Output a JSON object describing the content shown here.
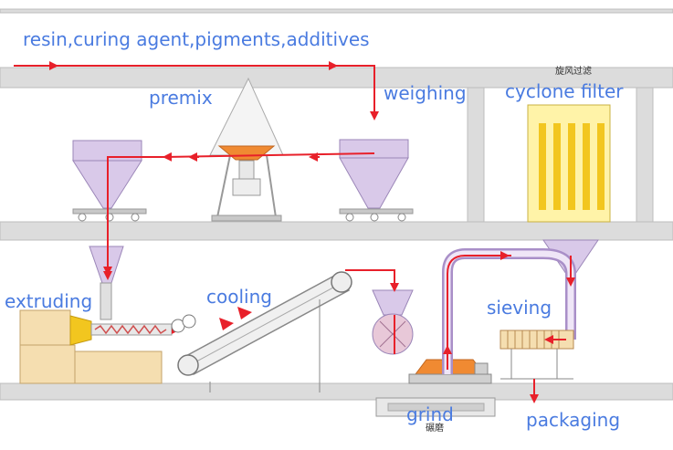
{
  "labels": {
    "materials": "resin,curing agent,pigments,additives",
    "premix": "premix",
    "weighing": "weighing",
    "cyclone_filter": "cyclone filter",
    "cyclone_filter_cn": "旋风过滤",
    "extruding": "extruding",
    "cooling": "cooling",
    "sieving": "sieving",
    "grind": "grind",
    "grind_cn": "碾磨",
    "packaging": "packaging"
  },
  "colors": {
    "flow_arrow": "#e8202a",
    "label_text": "#4a7be0",
    "equipment_fill": "#d9c9e9",
    "floor_gray": "#dcdcdc",
    "extruder_body": "#f5deb0",
    "nozzle_yellow": "#f2c61f",
    "filter_yellow": "#fff3a8",
    "grind_orange": "#f08a32"
  }
}
